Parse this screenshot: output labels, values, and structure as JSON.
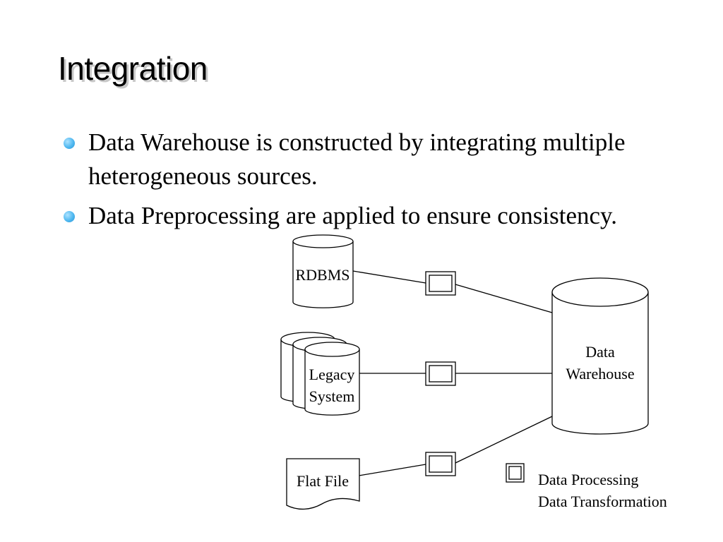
{
  "slide": {
    "title": "Integration",
    "bullets": [
      "Data Warehouse is constructed by integrating multiple heterogeneous sources.",
      "Data Preprocessing are applied to ensure consistency."
    ]
  },
  "diagram": {
    "sources": {
      "rdbms": "RDBMS",
      "legacy_line1": "Legacy",
      "legacy_line2": "System",
      "flat_file": "Flat File"
    },
    "warehouse_line1": "Data",
    "warehouse_line2": "Warehouse",
    "legend": {
      "line1": "Data Processing",
      "line2": "Data Transformation"
    }
  }
}
